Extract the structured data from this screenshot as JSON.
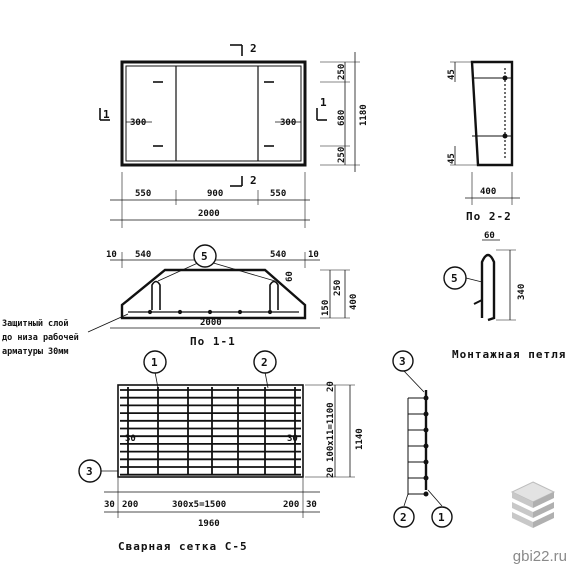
{
  "drawing": {
    "cut_mark_top": "2",
    "cut_mark_side": "1",
    "plan": {
      "dim_300_left": "300",
      "dim_300_right": "300",
      "dim_550_left": "550",
      "dim_900": "900",
      "dim_550_right": "550",
      "dim_2000": "2000",
      "dim_250_top": "250",
      "dim_680": "680",
      "dim_250_bottom": "250",
      "dim_1180": "1180"
    },
    "section_2_2": {
      "dim_45_top": "45",
      "dim_45_bottom": "45",
      "dim_400": "400",
      "label": "По 2-2"
    },
    "section_1_1": {
      "dim_10_left": "10",
      "dim_540_left": "540",
      "dim_540_right": "540",
      "dim_10_right": "10",
      "dim_60": "60",
      "dim_150": "150",
      "dim_250": "250",
      "dim_400": "400",
      "dim_2000": "2000",
      "label": "По 1-1",
      "callout": "5",
      "note_line1": "Защитный слой",
      "note_line2": "до низа рабочей",
      "note_line3": "арматуры 30мм"
    },
    "loop": {
      "dim_60": "60",
      "dim_340": "340",
      "callout": "5",
      "label": "Монтажная петля"
    },
    "mesh": {
      "callout_1": "1",
      "callout_2": "2",
      "callout_3": "3",
      "dim_20_top": "20",
      "dim_100x11": "100х11=1100",
      "dim_20_bottom": "20",
      "dim_1140": "1140",
      "dim_30_left": "30",
      "dim_30_right": "30",
      "dim_bot_30_left": "30",
      "dim_bot_200_left": "200",
      "dim_bot_300x5": "300х5=1500",
      "dim_bot_200_right": "200",
      "dim_bot_30_right": "30",
      "dim_1960": "1960",
      "label": "Сварная сетка С-5"
    },
    "detail": {
      "callout_3": "3",
      "callout_2": "2",
      "callout_1": "1"
    }
  },
  "watermark": "gbi22.ru",
  "colors": {
    "ink": "#111111",
    "watermark": "#8a8a8a"
  }
}
